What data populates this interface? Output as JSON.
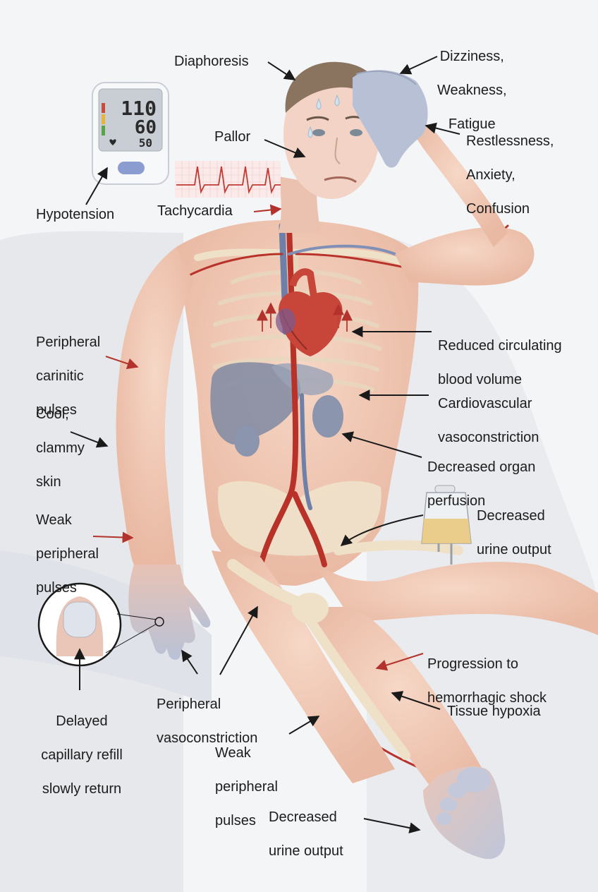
{
  "bp_monitor": {
    "systolic": "110",
    "diastolic": "60",
    "pulse": "50"
  },
  "labels": {
    "diaphoresis": "Diaphoresis",
    "dizziness": [
      "Dizziness,",
      "Weakness,",
      "Fatigue"
    ],
    "restlessness": [
      "Restlessness,",
      "Anxiety,",
      "Confusion"
    ],
    "pallor": "Pallor",
    "hypotension": "Hypotension",
    "tachycardia": "Tachycardia",
    "peripheral_pulses_arm": [
      "Peripheral",
      "carinitic",
      "pulses"
    ],
    "reduced_volume": [
      "Reduced circulating",
      "blood volume"
    ],
    "cool_skin": [
      "Cool,",
      "clammy",
      "skin"
    ],
    "cardio_vasoconstriction": [
      "Cardiovascular",
      "vasoconstriction"
    ],
    "decreased_perfusion": [
      "Decreased organ",
      "perfusion"
    ],
    "weak_pulses_arm": [
      "Weak",
      "peripheral",
      "pulses"
    ],
    "urine_output_bag": [
      "Decreased",
      "urine output"
    ],
    "progression": [
      "Progression to",
      "hemorrhagic shock"
    ],
    "peripheral_vasoconstriction": [
      "Peripheral",
      "vasoconstriction"
    ],
    "tissue_hypoxia": "Tissue hypoxia",
    "capillary_refill": [
      "Delayed",
      "capillary refill",
      "slowly return"
    ],
    "weak_pulses_leg": [
      "Weak",
      "peripheral",
      "pulses"
    ],
    "urine_output_foot": [
      "Decreased",
      "urine output"
    ]
  },
  "colors": {
    "background": "#f4f5f7",
    "skin": "#efc7b4",
    "artery": "#b8322a",
    "vein": "#6e7fa8",
    "bone": "#f1e4cc",
    "arrow_black": "#1a1a1a",
    "arrow_red": "#b3322c"
  }
}
